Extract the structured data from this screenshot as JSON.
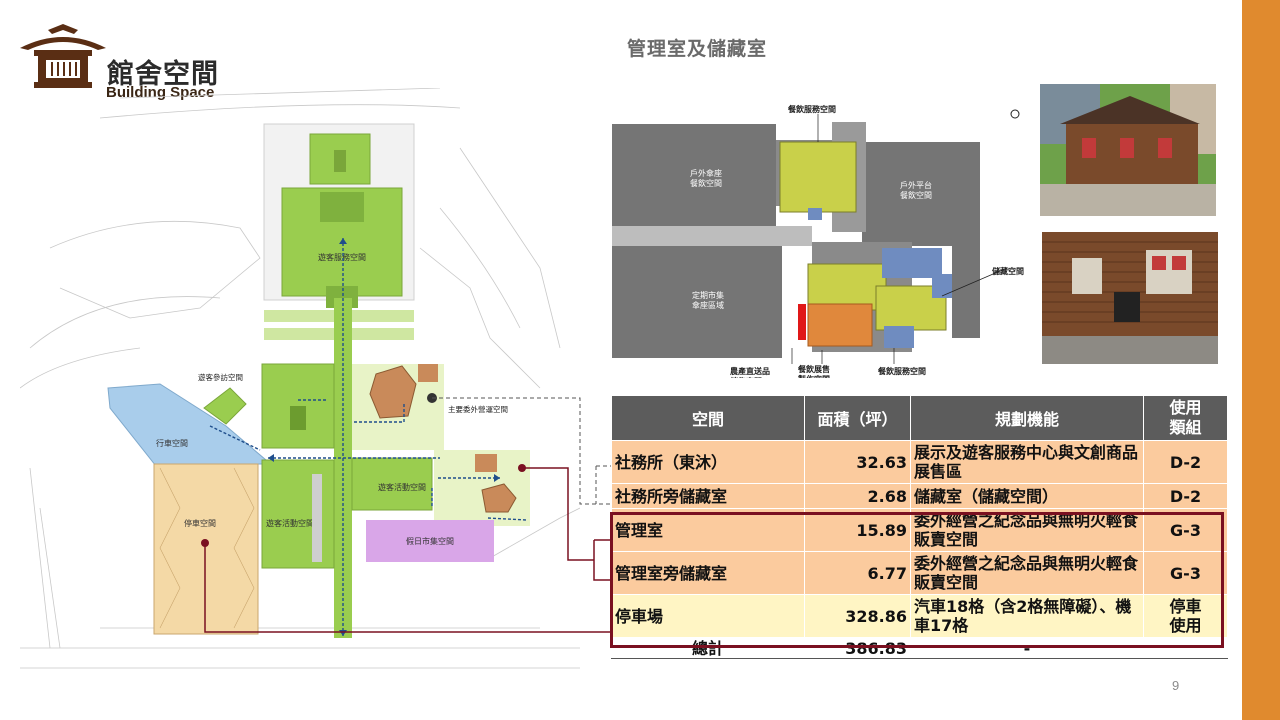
{
  "header": {
    "logo_title": "館舍空間",
    "logo_subtitle": "Building Space",
    "slide_title": "管理室及儲藏室",
    "page_number": "9"
  },
  "colors": {
    "accent": "#E08A2E",
    "highlight_border": "#7A1020",
    "table_header": "#5C5C5C",
    "row_orange": "#FBCB9E",
    "row_yellow": "#FFF5C4",
    "zone_green": "#9ACD4F",
    "zone_purple": "#D9A6E8",
    "zone_blue": "#A9CDEB",
    "zone_tan": "#F4D9A6"
  },
  "site_plan": {
    "labels": {
      "visitor_center": "遊客服務空間",
      "visitor_ref": "遊客參訪空間",
      "parking_lot_drive": "行車空間",
      "parking": "停車空間",
      "activity_left": "遊客活動空間",
      "activity_right": "遊客活動空間",
      "main_ops": "主要委外營運空間",
      "holiday_market": "假日市集空間"
    }
  },
  "floor_plan": {
    "labels": {
      "catering_service_top": "餐飲服務空間",
      "outdoor_seating": "戶外傘座\n餐飲空間",
      "outdoor_platform": "戶外平台\n餐飲空間",
      "regular_market": "定期市集\n傘座區域",
      "storage": "儲藏空間",
      "farm_sales": "農產直送品\n銷售空間",
      "catering_display": "餐飲展售\n製作空間",
      "catering_service_bottom": "餐飲服務空間"
    }
  },
  "table": {
    "headers": [
      "空間",
      "面積（坪）",
      "規劃機能",
      "使用\n類組"
    ],
    "rows": [
      {
        "space": "社務所（東沐）",
        "area": "32.63",
        "function": "展示及遊客服務中心與文創商品展售區",
        "group": "D-2",
        "tone": "orange"
      },
      {
        "space": "社務所旁儲藏室",
        "area": "2.68",
        "function": "儲藏室（儲藏空間）",
        "group": "D-2",
        "tone": "orange"
      },
      {
        "space": "管理室",
        "area": "15.89",
        "function": "委外經營之紀念品與無明火輕食販賣空間",
        "group": "G-3",
        "tone": "orange"
      },
      {
        "space": "管理室旁儲藏室",
        "area": "6.77",
        "function": "委外經營之紀念品與無明火輕食販賣空間",
        "group": "G-3",
        "tone": "orange"
      },
      {
        "space": "停車場",
        "area": "328.86",
        "function": "汽車18格（含2格無障礙）、機車17格",
        "group": "停車\n使用",
        "tone": "yellow"
      }
    ],
    "total": {
      "label": "總計",
      "area": "386.83",
      "function": "-",
      "group": ""
    }
  }
}
